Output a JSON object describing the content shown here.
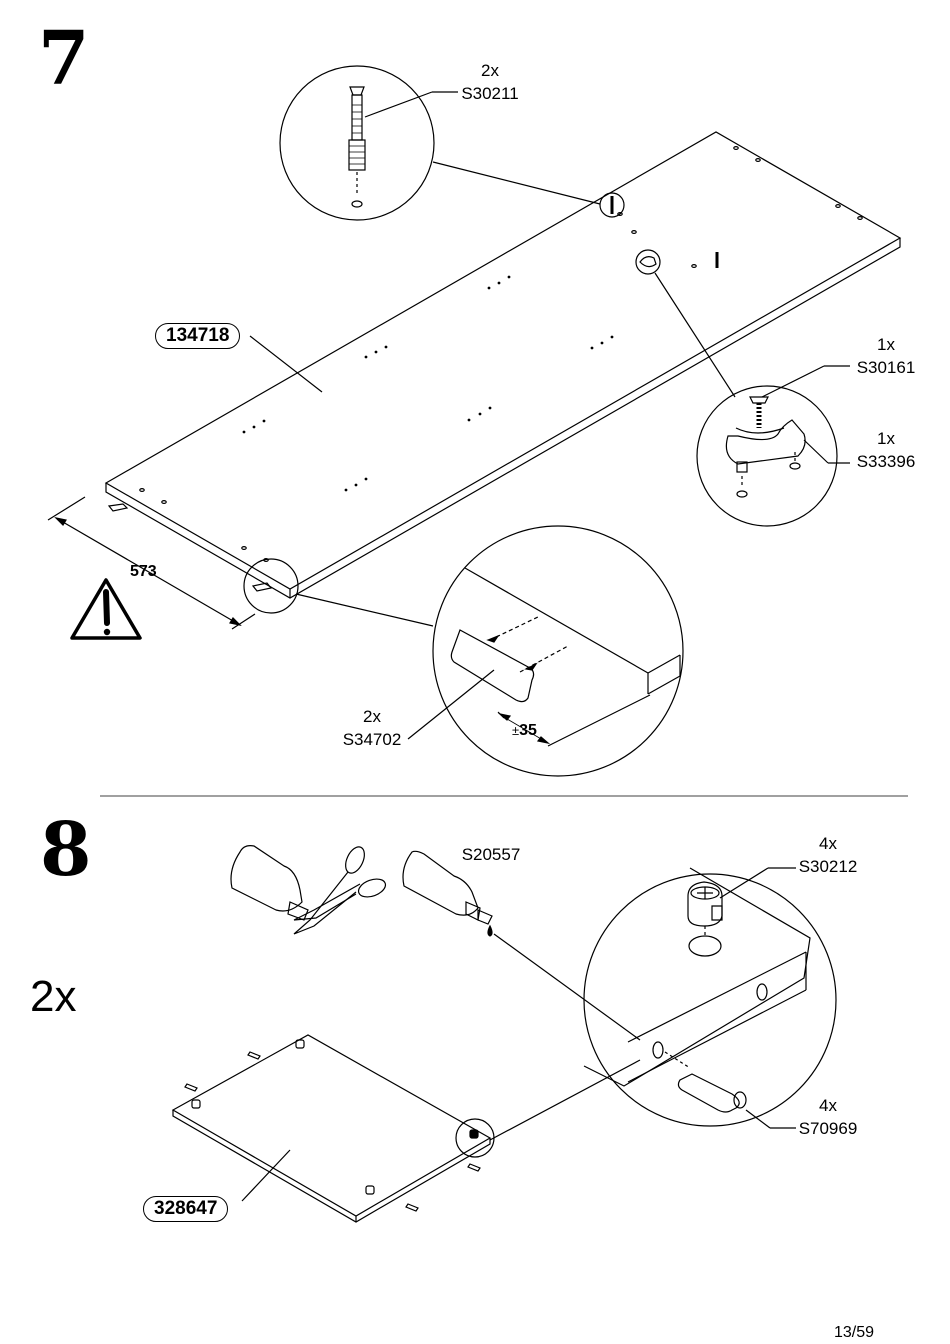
{
  "step7": {
    "number": "7",
    "panel_part": "134718",
    "dimension": "573",
    "callout_top": {
      "qty": "2x",
      "code": "S30211"
    },
    "callout_right_a": {
      "qty": "1x",
      "code": "S30161"
    },
    "callout_right_b": {
      "qty": "1x",
      "code": "S33396"
    },
    "callout_bottom": {
      "qty": "2x",
      "code": "S34702"
    },
    "detail_dimension": "35",
    "detail_dimension_prefix": "±"
  },
  "step8": {
    "number": "8",
    "repeat": "2x",
    "glue_code": "S20557",
    "panel_part": "328647",
    "callout_top": {
      "qty": "4x",
      "code": "S30212"
    },
    "callout_bottom": {
      "qty": "4x",
      "code": "S70969"
    }
  },
  "page_number": "13/59",
  "icons": [
    "warning-triangle-icon",
    "glue-tube-icon",
    "scissors-icon",
    "screw-icon",
    "cam-lock-icon",
    "dowel-icon",
    "clip-icon"
  ]
}
